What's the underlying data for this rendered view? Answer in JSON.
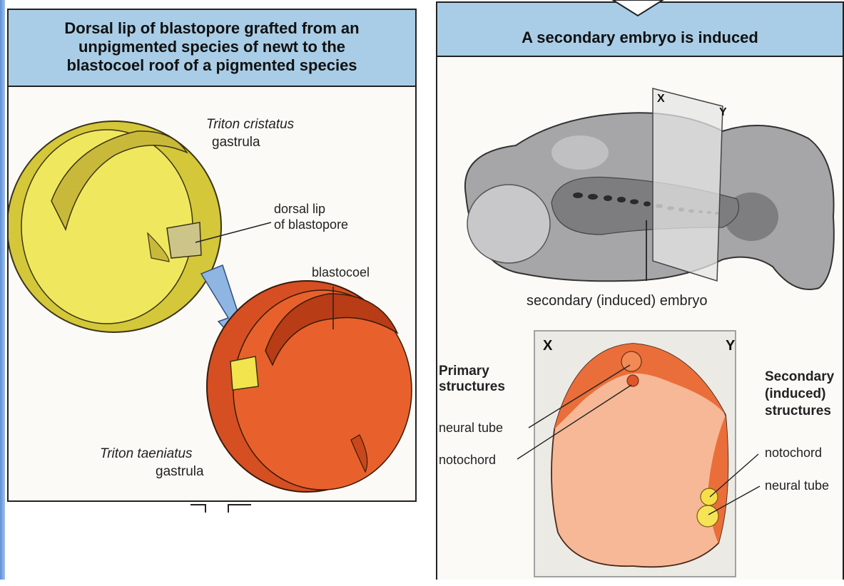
{
  "left_panel": {
    "title_lines": [
      "Dorsal lip of blastopore grafted from an",
      "unpigmented species of newt to the",
      "blastocoel roof of a pigmented species"
    ],
    "donor_species": "Triton cristatus",
    "donor_stage": "gastrula",
    "label_dorsal_lip_1": "dorsal lip",
    "label_dorsal_lip_2": "of blastopore",
    "label_blastocoel": "blastocoel",
    "host_species": "Triton taeniatus",
    "host_stage": "gastrula"
  },
  "right_panel": {
    "title": "A secondary embryo is induced",
    "plane_x": "X",
    "plane_y": "Y",
    "embryo_caption": "secondary (induced) embryo",
    "section_x": "X",
    "section_y": "Y",
    "primary_heading_1": "Primary",
    "primary_heading_2": "structures",
    "primary_neural_tube": "neural tube",
    "primary_notochord": "notochord",
    "secondary_heading_1": "Secondary",
    "secondary_heading_2": "(induced)",
    "secondary_heading_3": "structures",
    "secondary_notochord": "notochord",
    "secondary_neural_tube": "neural tube"
  },
  "colors": {
    "header_bg": "#a9cde6",
    "donor_yellow": "#ebe456",
    "host_orange": "#e8612c",
    "arrow_blue": "#8fb5e3",
    "section_fill": "#f6b896"
  }
}
